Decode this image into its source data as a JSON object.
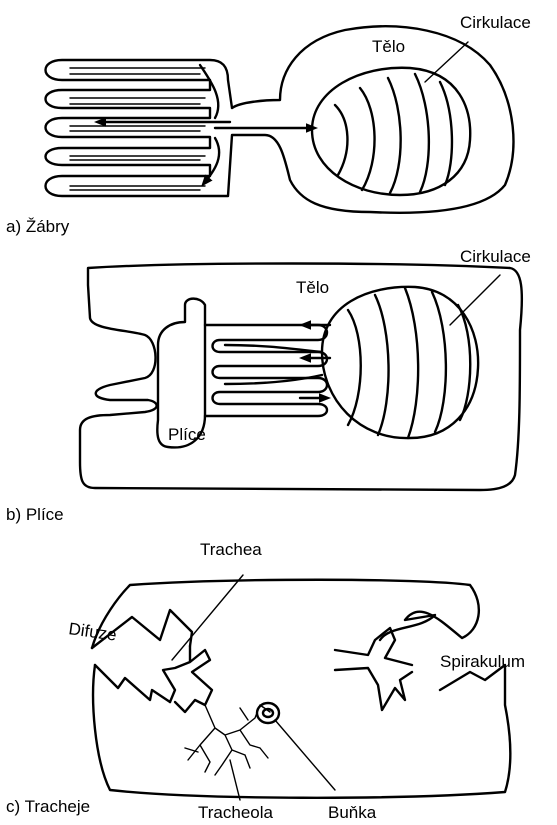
{
  "panels": {
    "gills": {
      "caption": "a) Žábry",
      "label_body": "Tělo",
      "label_circulation": "Cirkulace"
    },
    "lungs": {
      "caption": "b) Plíce",
      "label_body": "Tělo",
      "label_circulation": "Cirkulace",
      "label_lungs": "Plíce"
    },
    "tracheae": {
      "caption": "c) Tracheje",
      "label_trachea": "Trachea",
      "label_diffusion": "Difuze",
      "label_spiracle": "Spirakulum",
      "label_tracheole": "Tracheola",
      "label_cell": "Buňka"
    }
  },
  "colors": {
    "ink": "#000000",
    "background": "#ffffff"
  }
}
